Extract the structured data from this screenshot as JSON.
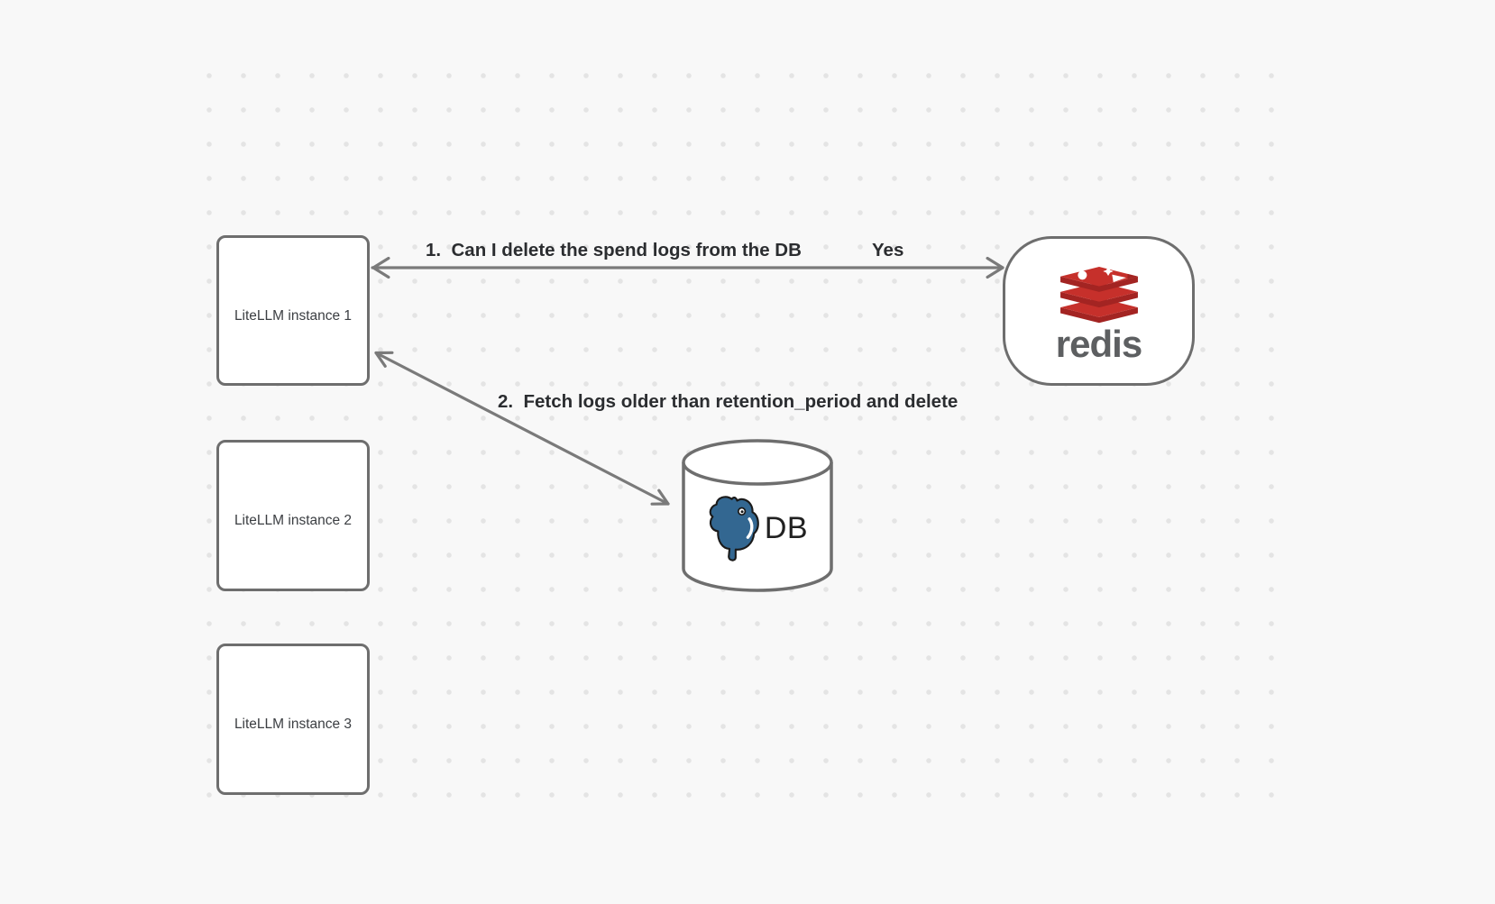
{
  "nodes": {
    "instance1": {
      "label": "LiteLLM instance 1"
    },
    "instance2": {
      "label": "LiteLLM instance 2"
    },
    "instance3": {
      "label": "LiteLLM instance 3"
    },
    "redis": {
      "wordmark": "redis"
    },
    "db": {
      "label": "DB"
    }
  },
  "edges": {
    "redis_query": {
      "label": "1.  Can I delete the spend logs from the DB",
      "response": "Yes"
    },
    "db_action": {
      "label": "2.  Fetch logs older than retention_period and delete"
    }
  },
  "colors": {
    "background": "#f8f8f8",
    "dot": "#e4e4e4",
    "node_border": "#6e6e6e",
    "node_fill": "#ffffff",
    "arrow": "#7a7a7a",
    "label_text": "#2b2d30",
    "node_text": "#3b3e42",
    "redis_red": "#c6302b",
    "redis_dark_red": "#a32422",
    "redis_wordmark": "#5d5f61",
    "postgres_blue": "#336791",
    "db_text": "#212121"
  }
}
